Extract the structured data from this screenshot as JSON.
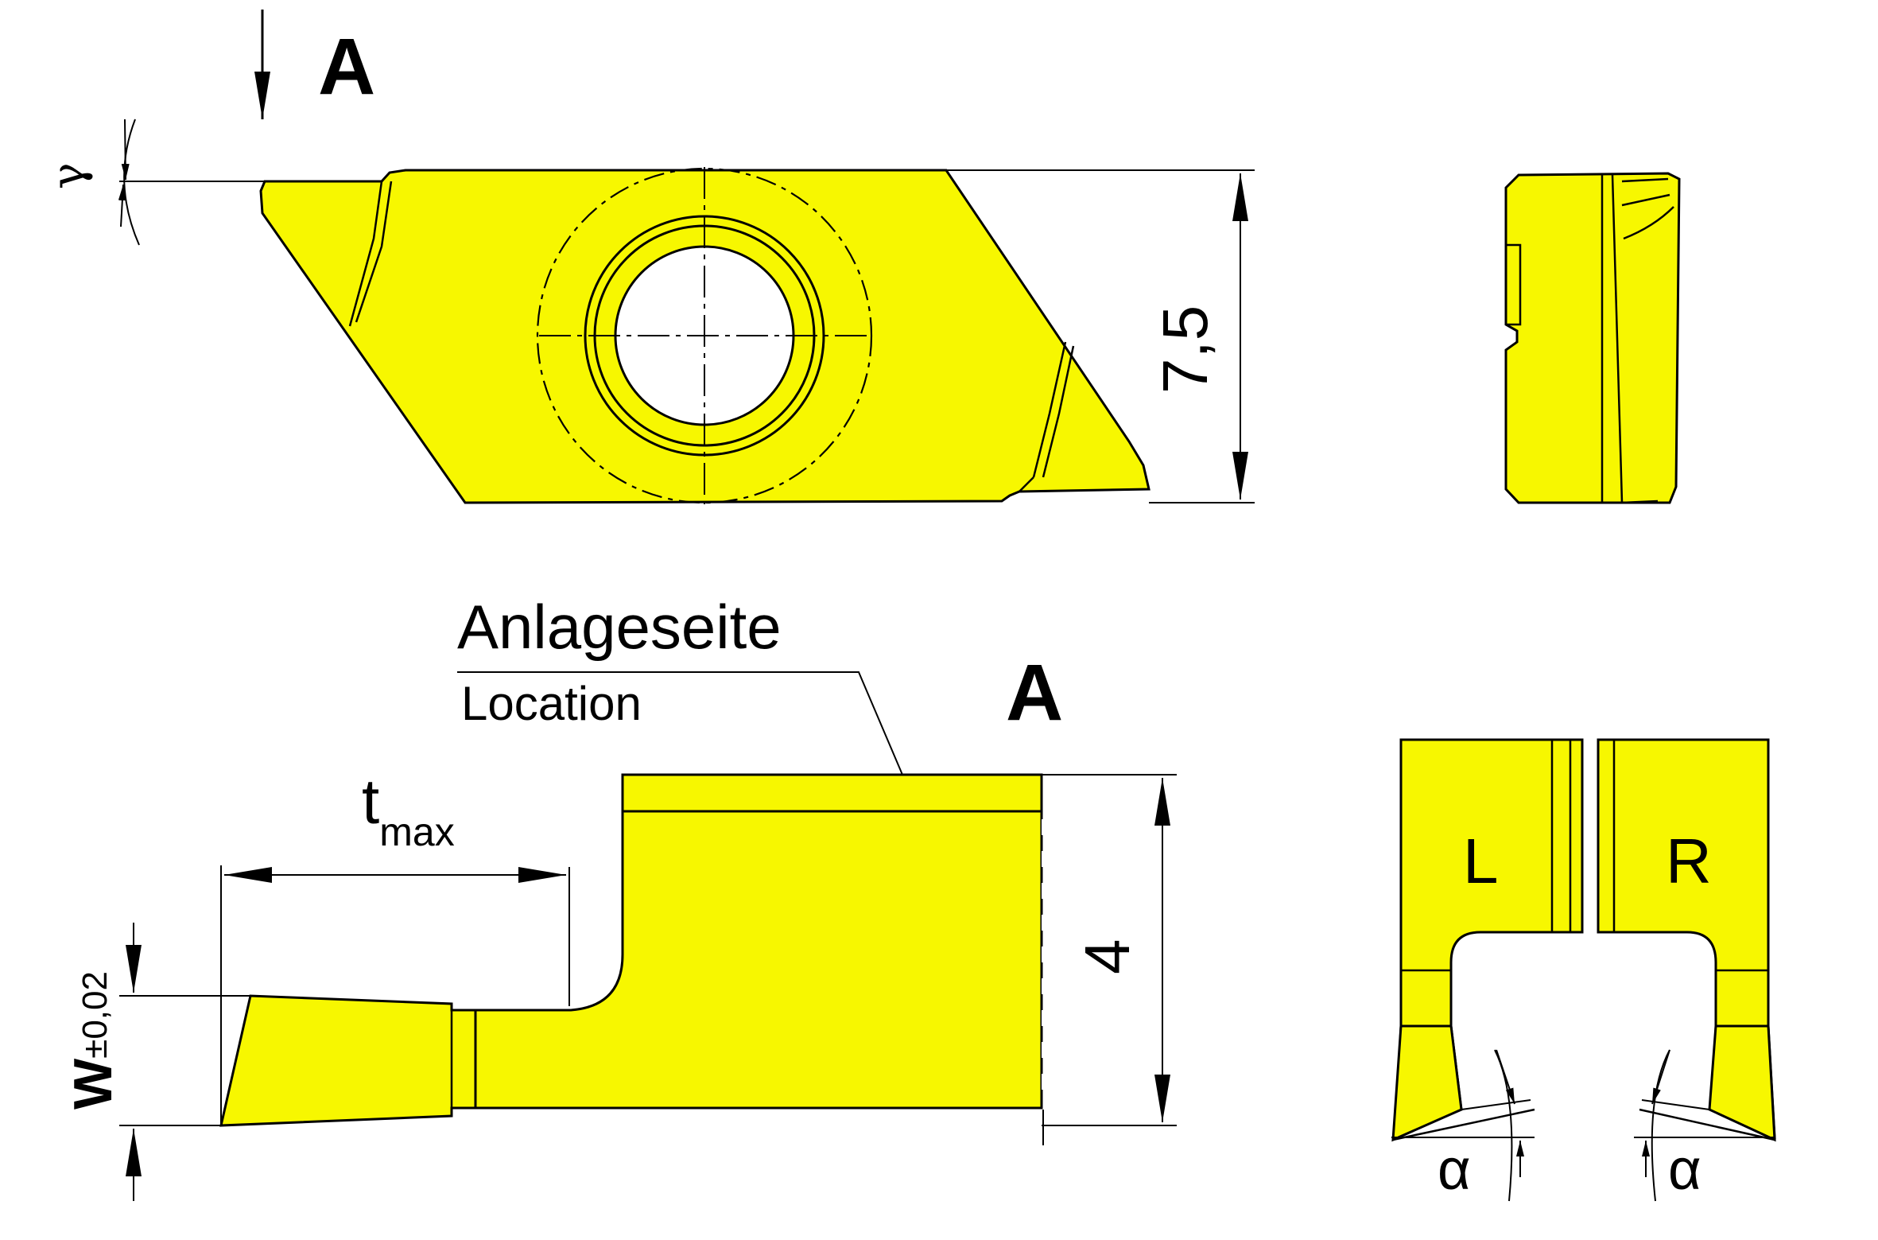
{
  "colors": {
    "fill": "#f7f700",
    "line": "#000000",
    "background": "#ffffff"
  },
  "labels": {
    "section_top": "A",
    "section_bottom": "A",
    "gamma": "γ",
    "height_top": "7,5",
    "location_de": "Anlageseite",
    "location_en": "Location",
    "t_main": "t",
    "t_sub": "max",
    "w_main": "W",
    "w_sub": "±0,02",
    "height_side": "4",
    "left": "L",
    "right": "R",
    "alpha_left": "α",
    "alpha_right": "α"
  }
}
